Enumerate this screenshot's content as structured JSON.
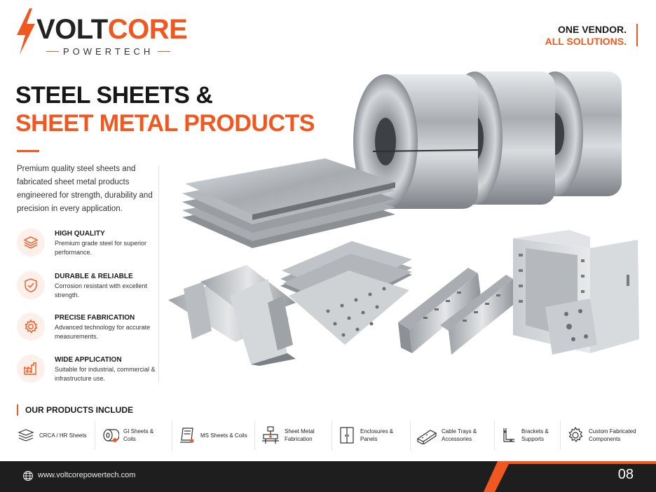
{
  "brand": {
    "name_part1": "VOLT",
    "name_part2": "CORE",
    "subtitle": "POWERTECH"
  },
  "tagline": {
    "line1": "ONE VENDOR.",
    "line2": "ALL SOLUTIONS."
  },
  "title": {
    "line1": "STEEL SHEETS &",
    "line2": "SHEET METAL PRODUCTS"
  },
  "description": "Premium quality steel sheets and fabricated sheet metal products engineered for strength, durability and precision in every application.",
  "features": [
    {
      "icon": "layers-icon",
      "title": "HIGH QUALITY",
      "text": "Premium grade steel for superior performance."
    },
    {
      "icon": "shield-check-icon",
      "title": "DURABLE & RELIABLE",
      "text": "Corrosion resistant with excellent strength."
    },
    {
      "icon": "gear-icon",
      "title": "PRECISE FABRICATION",
      "text": "Advanced technology for accurate measurements."
    },
    {
      "icon": "factory-icon",
      "title": "WIDE APPLICATION",
      "text": "Suitable for industrial, commercial & infrastructure use."
    }
  ],
  "products_heading": "OUR PRODUCTS INCLUDE",
  "products": [
    {
      "icon": "sheets-stack-icon",
      "label": "CRCA / HR Sheets"
    },
    {
      "icon": "coil-icon",
      "label": "GI Sheets & Coils"
    },
    {
      "icon": "ms-sheet-icon",
      "label": "MS Sheets & Coils"
    },
    {
      "icon": "fabrication-icon",
      "label": "Sheet Metal Fabrication"
    },
    {
      "icon": "enclosure-icon",
      "label": "Enclosures & Panels"
    },
    {
      "icon": "cable-tray-icon",
      "label": "Cable Trays & Accessories"
    },
    {
      "icon": "bracket-icon",
      "label": "Brackets & Supports"
    },
    {
      "icon": "custom-gear-icon",
      "label": "Custom Fabricated Components"
    }
  ],
  "footer": {
    "url": "www.voltcorepowertech.com",
    "page_number": "08"
  },
  "colors": {
    "accent": "#f0581f",
    "dark": "#1e1e1e",
    "steel": "#b8bcc2"
  }
}
